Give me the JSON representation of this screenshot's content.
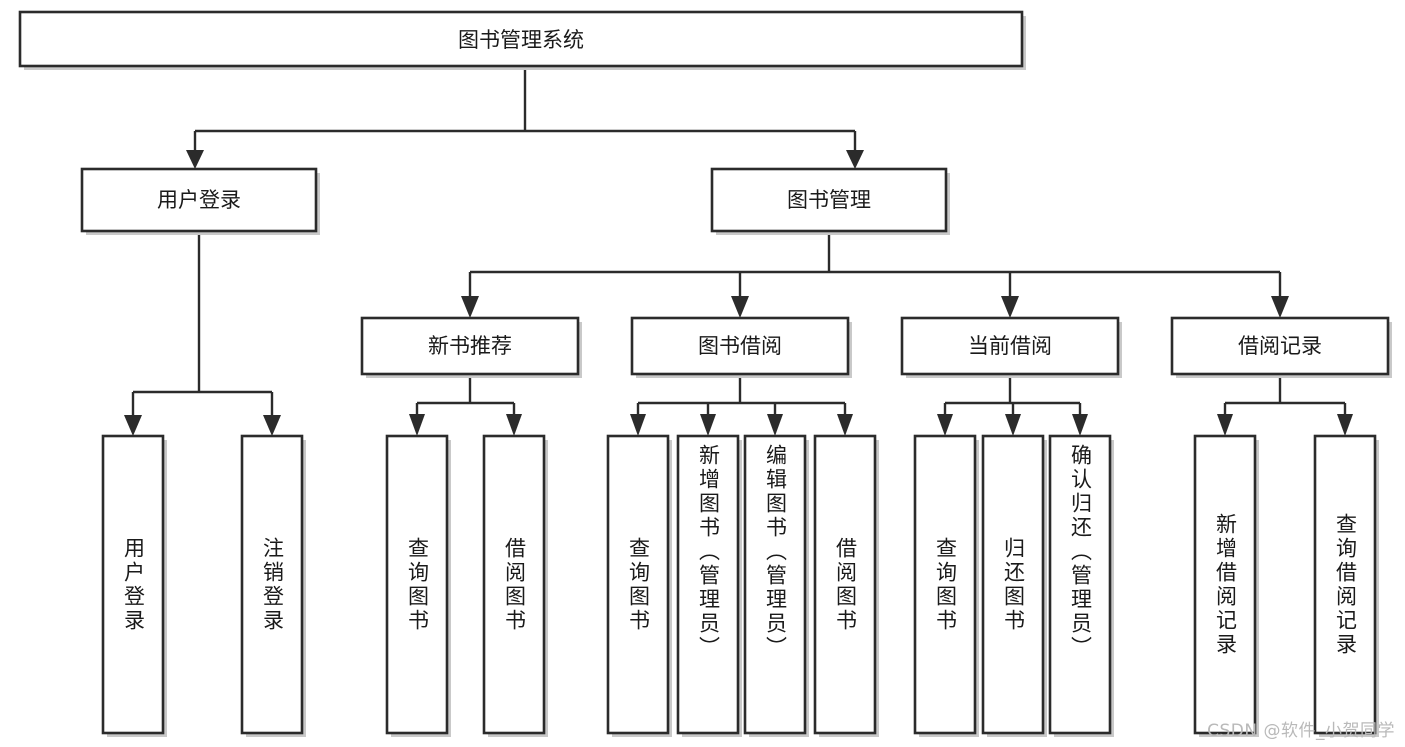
{
  "diagram": {
    "title": "图书管理系统",
    "type": "tree-hierarchy",
    "watermark": "CSDN @软件_小贺同学",
    "colors": {
      "box_stroke": "#2b2b2b",
      "box_fill": "#ffffff",
      "connector": "#2b2b2b",
      "shadow": "#c9c9c9",
      "text": "#1a1a1a",
      "watermark": "#b9b9b9"
    },
    "nodes": {
      "root": {
        "label": "图书管理系统",
        "orientation": "horizontal"
      },
      "level2": [
        {
          "id": "user-login",
          "label": "用户登录",
          "orientation": "horizontal"
        },
        {
          "id": "book-management",
          "label": "图书管理",
          "orientation": "horizontal"
        }
      ],
      "level3": [
        {
          "id": "new-book-recommend",
          "label": "新书推荐",
          "orientation": "horizontal"
        },
        {
          "id": "book-borrow",
          "label": "图书借阅",
          "orientation": "horizontal"
        },
        {
          "id": "current-borrow",
          "label": "当前借阅",
          "orientation": "horizontal"
        },
        {
          "id": "borrow-record",
          "label": "借阅记录",
          "orientation": "horizontal"
        }
      ],
      "leaves": {
        "user-login": [
          {
            "id": "leaf-user-login",
            "label": "用户登录",
            "orientation": "vertical"
          },
          {
            "id": "leaf-logout",
            "label": "注销登录",
            "orientation": "vertical"
          }
        ],
        "new-book-recommend": [
          {
            "id": "leaf-query-book-1",
            "label": "查询图书",
            "orientation": "vertical"
          },
          {
            "id": "leaf-borrow-book-1",
            "label": "借阅图书",
            "orientation": "vertical"
          }
        ],
        "book-borrow": [
          {
            "id": "leaf-query-book-2",
            "label": "查询图书",
            "orientation": "vertical"
          },
          {
            "id": "leaf-add-book",
            "label": "新增图书（管理员）",
            "orientation": "vertical"
          },
          {
            "id": "leaf-edit-book",
            "label": "编辑图书（管理员）",
            "orientation": "vertical"
          },
          {
            "id": "leaf-borrow-book-2",
            "label": "借阅图书",
            "orientation": "vertical"
          }
        ],
        "current-borrow": [
          {
            "id": "leaf-query-book-3",
            "label": "查询图书",
            "orientation": "vertical"
          },
          {
            "id": "leaf-return-book",
            "label": "归还图书",
            "orientation": "vertical"
          },
          {
            "id": "leaf-confirm-return",
            "label": "确认归还（管理员）",
            "orientation": "vertical"
          }
        ],
        "borrow-record": [
          {
            "id": "leaf-add-record",
            "label": "新增借阅记录",
            "orientation": "vertical"
          },
          {
            "id": "leaf-query-record",
            "label": "查询借阅记录",
            "orientation": "vertical"
          }
        ]
      }
    }
  }
}
